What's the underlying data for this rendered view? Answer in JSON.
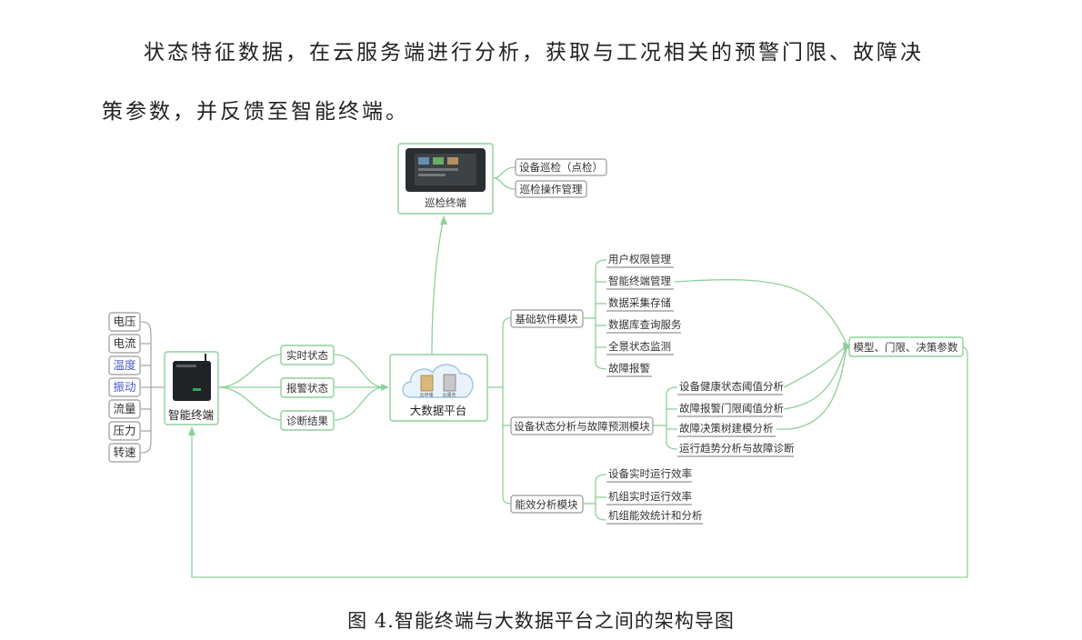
{
  "paragraph": {
    "line1": "状态特征数据，在云服务端进行分析，获取与工况相关的预警门限、故障决",
    "line2": "策参数，并反馈至智能终端。"
  },
  "caption": "图 4.智能终端与大数据平台之间的架构导图",
  "diagram": {
    "sensors": [
      "电压",
      "电流",
      "温度",
      "振动",
      "流量",
      "压力",
      "转速"
    ],
    "terminal_label": "智能终端",
    "states": [
      "实时状态",
      "报警状态",
      "诊断结果"
    ],
    "platform_label": "大数据平台",
    "cloud_icon_labels": [
      "云存储",
      "云服务"
    ],
    "inspection_label": "巡检终端",
    "inspection_functions": [
      "设备巡检（点检）",
      "巡检操作管理"
    ],
    "modules": [
      {
        "label": "基础软件模块",
        "items": [
          "用户权限管理",
          "智能终端管理",
          "数据采集存储",
          "数据库查询服务",
          "全景状态监测",
          "故障报警"
        ]
      },
      {
        "label": "设备状态分析与故障预测模块",
        "items": [
          "设备健康状态阈值分析",
          "故障报警门限阈值分析",
          "故障决策树建模分析",
          "运行趋势分析与故障诊断"
        ]
      },
      {
        "label": "能效分析模块",
        "items": [
          "设备实时运行效率",
          "机组实时运行效率",
          "机组能效统计和分析"
        ]
      }
    ],
    "output_label": "模型、门限、决策参数",
    "colors": {
      "connector": "#8fcf9a",
      "sensor_border": "#9a9a9a",
      "highlight_text": "#4a5ac8",
      "accent_fill": "#e8f6ec"
    }
  }
}
